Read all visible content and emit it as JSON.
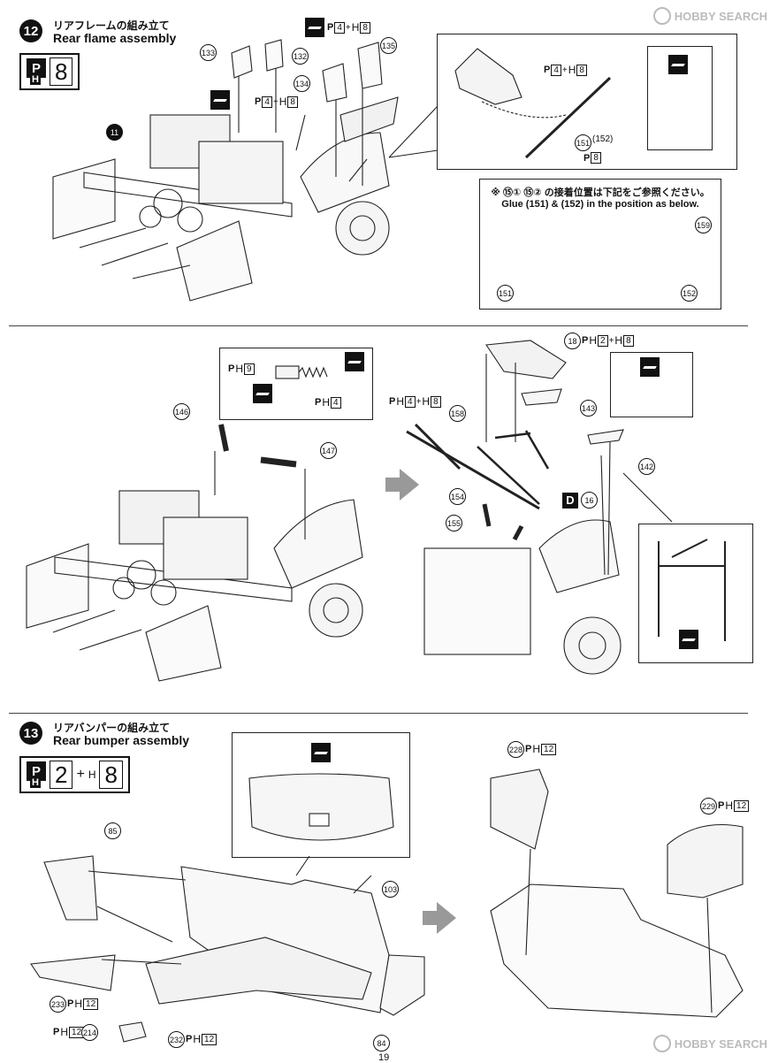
{
  "step12": {
    "number": "12",
    "title_jp": "リアフレームの組み立て",
    "title_en": "Rear flame assembly",
    "paint": {
      "p": "P",
      "h": "H",
      "code": "8"
    },
    "parts": {
      "p133": "133",
      "p132": "132",
      "p134": "134",
      "p135": "135",
      "p151": "151",
      "p152": "(152)",
      "p159": "159",
      "p151b": "151",
      "p152b": "152",
      "ref11": "11"
    },
    "codes": {
      "c1_p": "4",
      "c1_h": "8",
      "c2_p": "4",
      "c2_h": "8",
      "c3_p": "4",
      "c3_h": "8",
      "c4_h": "8",
      "plus": "+",
      "pp": "P",
      "ph": "H"
    },
    "note": {
      "jp": "※ ⑮① ⑮② の接着位置は下記をご参照ください。",
      "glue_label": "Glue",
      "n151": "151",
      "amp": "&",
      "n152": "152",
      "en_tail": "in the position as below."
    }
  },
  "middle": {
    "parts": {
      "p146": "146",
      "p147": "147",
      "p158": "158",
      "p154": "154",
      "p155": "155",
      "p18": "18",
      "p143": "143",
      "p142": "142"
    },
    "codes": {
      "m1_p": "9",
      "m2_p": "4",
      "m3_p": "4",
      "m3_h": "8",
      "m4_p": "2",
      "m4_h": "8"
    },
    "d_tag": {
      "letter": "D",
      "num": "16"
    }
  },
  "step13": {
    "number": "13",
    "title_jp": "リアバンパーの組み立て",
    "title_en": "Rear bumper assembly",
    "paint": {
      "p": "P",
      "h": "H",
      "code1": "2",
      "plus": "+",
      "code2": "8"
    },
    "parts": {
      "p85": "85",
      "p103": "103",
      "p84": "84",
      "p233": "233",
      "p232": "232",
      "p214": "214",
      "p228": "228",
      "p229": "229"
    },
    "codes": {
      "b233": "12",
      "b232": "12",
      "b214": "12",
      "b228": "12",
      "b229": "12"
    }
  },
  "page_number": "19",
  "watermark": "HOBBY SEARCH"
}
